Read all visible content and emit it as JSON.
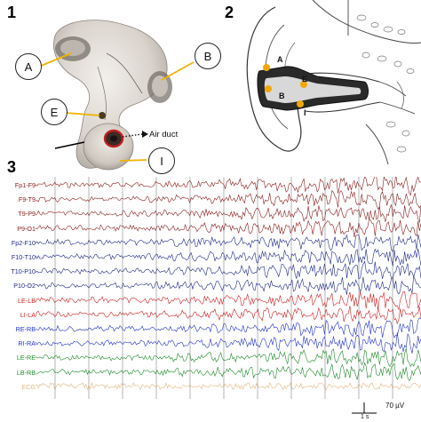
{
  "panels": [
    {
      "id": "p1",
      "number": "1"
    },
    {
      "id": "p2",
      "number": "2"
    },
    {
      "id": "p3",
      "number": "3"
    }
  ],
  "device_photo": {
    "markers": [
      "A",
      "B",
      "E",
      "I"
    ],
    "air_duct_label": "Air duct"
  },
  "ear_diagram": {
    "markers": [
      "A",
      "E",
      "B",
      "I"
    ]
  },
  "eeg": {
    "channels": [
      {
        "label": "Fp1-F9",
        "color": "#8b1d1d"
      },
      {
        "label": "F9-T9",
        "color": "#8b1d1d"
      },
      {
        "label": "T9-P9",
        "color": "#8b1d1d"
      },
      {
        "label": "P9-O1",
        "color": "#8b1d1d"
      },
      {
        "label": "Fp2-F10",
        "color": "#1f2a8a"
      },
      {
        "label": "F10-T10",
        "color": "#1f2a8a"
      },
      {
        "label": "T10-P10",
        "color": "#1f2a8a"
      },
      {
        "label": "P10-O2",
        "color": "#1f2a8a"
      },
      {
        "label": "LE-LB",
        "color": "#d11f1f"
      },
      {
        "label": "LI-LA",
        "color": "#d11f1f"
      },
      {
        "label": "RE-RB",
        "color": "#2233cc"
      },
      {
        "label": "RI-RA",
        "color": "#2233cc"
      },
      {
        "label": "LE-RE",
        "color": "#1d8a2a"
      },
      {
        "label": "LB-RB",
        "color": "#1d8a2a"
      },
      {
        "label": "ECG",
        "color": "#e0b880"
      }
    ],
    "scale_amplitude": "70 µV",
    "scale_time": "1 s"
  }
}
